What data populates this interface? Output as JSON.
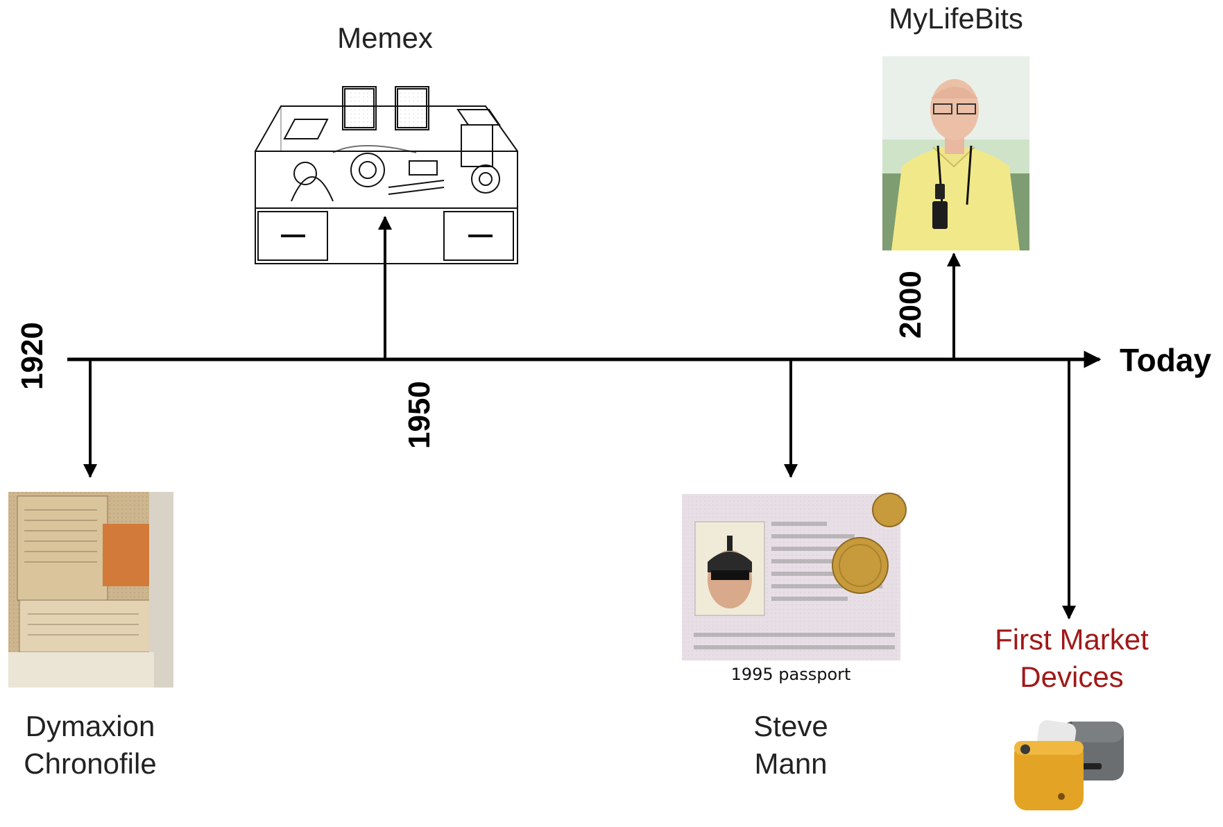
{
  "timeline": {
    "end_label": "Today",
    "years": [
      "1920",
      "1950",
      "2000"
    ]
  },
  "events": {
    "memex": {
      "title": "Memex",
      "image": "memex-desk-drawing"
    },
    "mylifebits": {
      "title": "MyLifeBits",
      "image": "man-wearing-camera-photo"
    },
    "dymaxion": {
      "title_line1": "Dymaxion",
      "title_line2": "Chronofile",
      "image": "scrapbook-records-photo"
    },
    "steve_mann": {
      "title_line1": "Steve",
      "title_line2": "Mann",
      "image": "passport-photo",
      "image_caption": "1995 passport"
    },
    "market": {
      "title_line1": "First Market",
      "title_line2": "Devices",
      "image": "clip-cameras-photo"
    }
  },
  "colors": {
    "line": "#000000",
    "highlight_text": "#a01818",
    "device_yellow": "#e3a324",
    "device_gray": "#555555"
  }
}
